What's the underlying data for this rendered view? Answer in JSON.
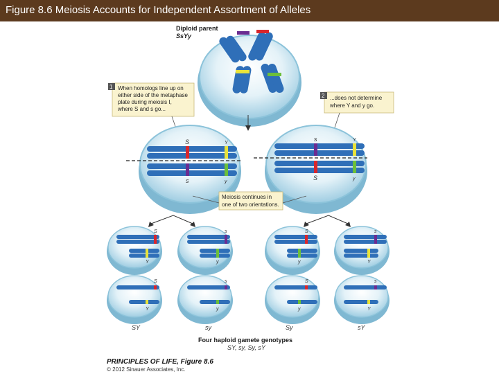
{
  "header": {
    "title": "Figure 8.6  Meiosis Accounts for Independent Assortment of Alleles"
  },
  "parent": {
    "label": "Diploid parent",
    "genotype": "SsYy"
  },
  "callouts": [
    {
      "number": "1",
      "text_lines": [
        "When homologs line up on",
        "either side of the metaphase",
        "plate during meiosis I,",
        "where S and s go..."
      ]
    },
    {
      "number": "2",
      "text_lines": [
        "...does not determine",
        "where Y and y go."
      ]
    },
    {
      "number": "",
      "text_lines": [
        "Meiosis continues in",
        "one of two orientations."
      ]
    }
  ],
  "alleles": {
    "S": "S",
    "s": "s",
    "Y": "Y",
    "y": "y"
  },
  "gametes": [
    "SY",
    "sy",
    "Sy",
    "sY"
  ],
  "footer": {
    "genotypes_title": "Four haploid gamete genotypes",
    "genotypes_list": "SY, sy, Sy, sY",
    "book": "PRINCIPLES OF LIFE, Figure 8.6",
    "copyright": "© 2012 Sinauer Associates, Inc."
  },
  "colors": {
    "header_bg": "#5c3a1e",
    "chromosome": "#2f6fb8",
    "cell": "#a9d3e6",
    "allele_S": "#d9262c",
    "allele_s": "#6a2c91",
    "allele_Y": "#e8e23a",
    "allele_y": "#6cbf3a"
  }
}
